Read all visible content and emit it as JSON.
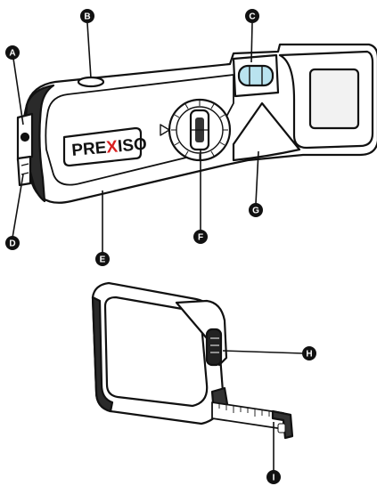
{
  "figure": {
    "brand": {
      "prefix": "PRE",
      "highlight": "X",
      "suffix": "ISO",
      "highlight_color": "#d92020"
    },
    "callouts": {
      "A": "A",
      "B": "B",
      "C": "C",
      "D": "D",
      "E": "E",
      "F": "F",
      "G": "G",
      "H": "H",
      "I": "I"
    },
    "colors": {
      "ink": "#111111",
      "body_fill": "#ffffff",
      "bubble_fill": "#b9e3ef",
      "callout_fill": "#111111"
    }
  }
}
